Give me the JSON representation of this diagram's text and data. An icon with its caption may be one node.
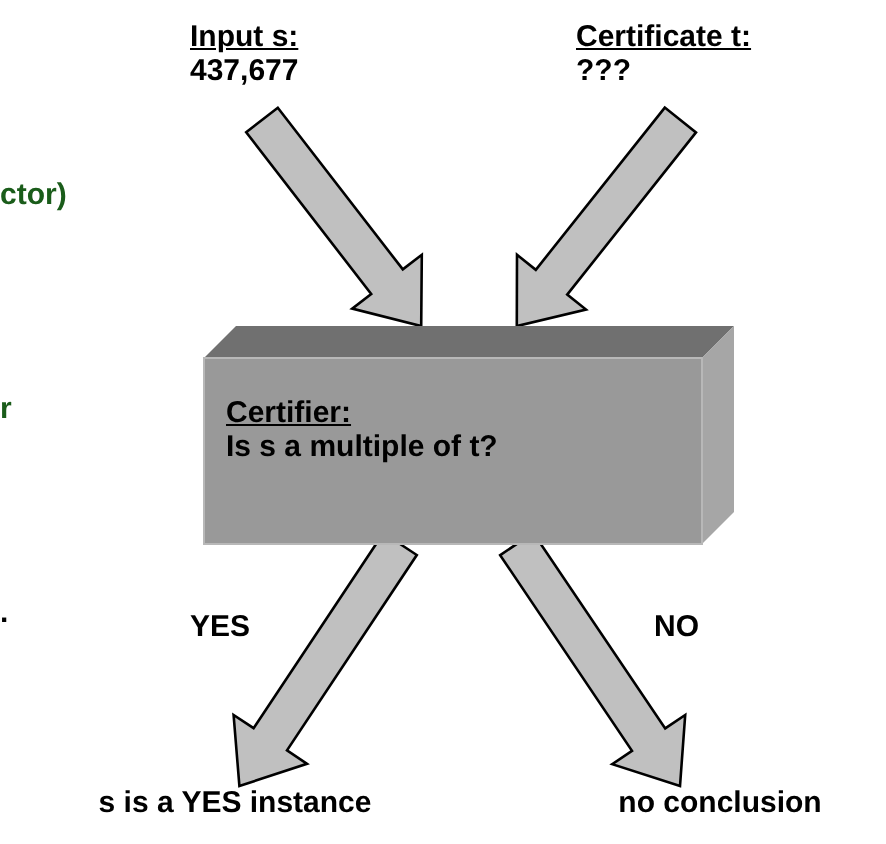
{
  "diagram": {
    "nodes": [
      {
        "text": [
          "Input s:",
          "437,677"
        ]
      },
      {
        "text": [
          "Certificate t:",
          "???"
        ]
      },
      {
        "text": [
          "Certifier:",
          "Is s a multiple of t?"
        ]
      },
      {
        "text": [
          "s is a YES instance"
        ]
      },
      {
        "text": [
          "no conclusion"
        ]
      }
    ],
    "edges": [
      {
        "from": 0,
        "to": 2,
        "arrow": "to"
      },
      {
        "from": 1,
        "to": 2,
        "arrow": "to"
      },
      {
        "from": 2,
        "to": 3,
        "arrow": "to",
        "label": "YES"
      },
      {
        "from": 2,
        "to": 4,
        "arrow": "to",
        "label": "NO"
      }
    ],
    "labels": [
      "ctor)",
      "r",
      "."
    ]
  }
}
